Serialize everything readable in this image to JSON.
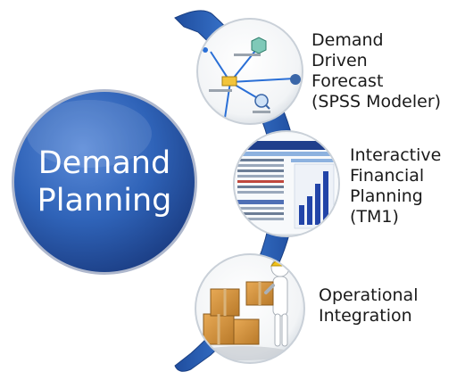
{
  "hub": {
    "title_line1": "Demand",
    "title_line2": "Planning"
  },
  "items": [
    {
      "lines": [
        "Demand",
        "Driven",
        "Forecast",
        "(SPSS Modeler)"
      ],
      "icon": "flow-diagram-screenshot"
    },
    {
      "lines": [
        "Interactive",
        "Financial",
        "Planning",
        "(TM1)"
      ],
      "icon": "financial-dashboard-screenshot"
    },
    {
      "lines": [
        "Operational",
        "Integration"
      ],
      "icon": "figure-with-boxes"
    }
  ],
  "colors": {
    "hub_fill": "#2f63b8",
    "arc_fill": "#2a5fb0",
    "bar_fill": "#2244a8"
  }
}
